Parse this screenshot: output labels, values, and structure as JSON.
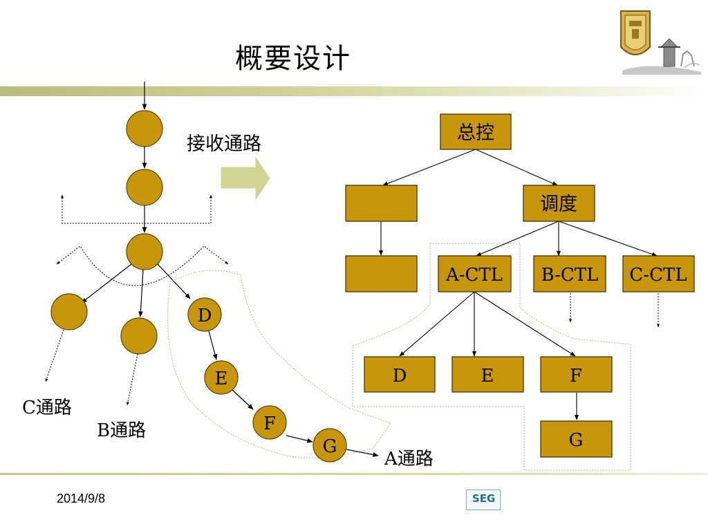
{
  "slide": {
    "title": "概要设计",
    "date": "2014/9/8",
    "footer_logo_text": "SEG"
  },
  "colors": {
    "node_fill": "#c8960c",
    "node_stroke": "#5a4000",
    "band": "#c6c98a",
    "arrow_fill": "#d0d596"
  },
  "left_diagram": {
    "receive_label": "接收通路",
    "node_D": "D",
    "node_E": "E",
    "node_F": "F",
    "node_G": "G",
    "path_A": "A通路",
    "path_B": "B通路",
    "path_C": "C通路"
  },
  "right_diagram": {
    "root": "总控",
    "blank_1": "",
    "blank_2": "",
    "scheduler": "调度",
    "a_ctl": "A-CTL",
    "b_ctl": "B-CTL",
    "c_ctl": "C-CTL",
    "d": "D",
    "e": "E",
    "f": "F",
    "g": "G"
  }
}
